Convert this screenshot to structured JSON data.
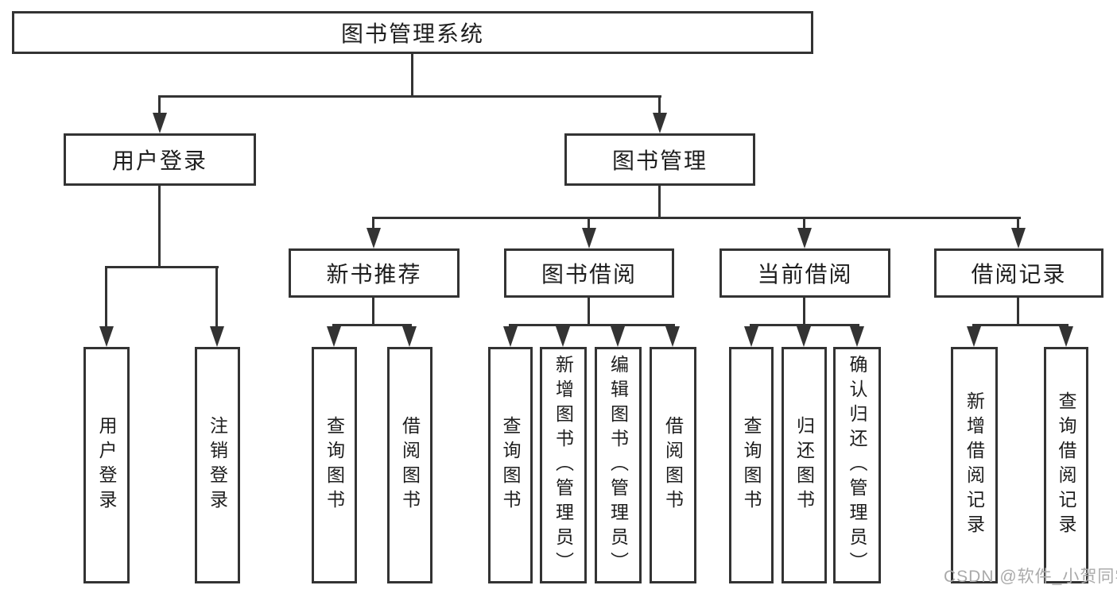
{
  "diagram": {
    "root": "图书管理系统",
    "level2": {
      "user_login": "用户登录",
      "book_mgmt": "图书管理"
    },
    "level3": {
      "new_books": "新书推荐",
      "borrow": "图书借阅",
      "current": "当前借阅",
      "records": "借阅记录"
    },
    "leaves": {
      "login": "用户登录",
      "logout": "注销登录",
      "nb_query": "查询图书",
      "nb_borrow": "借阅图书",
      "bb_query": "查询图书",
      "bb_add": "新增图书（管理员）",
      "bb_edit": "编辑图书（管理员）",
      "bb_borrow": "借阅图书",
      "cb_query": "查询图书",
      "cb_return": "归还图书",
      "cb_confirm": "确认归还（管理员）",
      "rec_add": "新增借阅记录",
      "rec_query": "查询借阅记录"
    }
  },
  "watermark": "CSDN @软件_小贺同学",
  "colors": {
    "border": "#333333",
    "text": "#1d1d1d",
    "watermark": "#aaaaaa",
    "background": "#ffffff"
  }
}
